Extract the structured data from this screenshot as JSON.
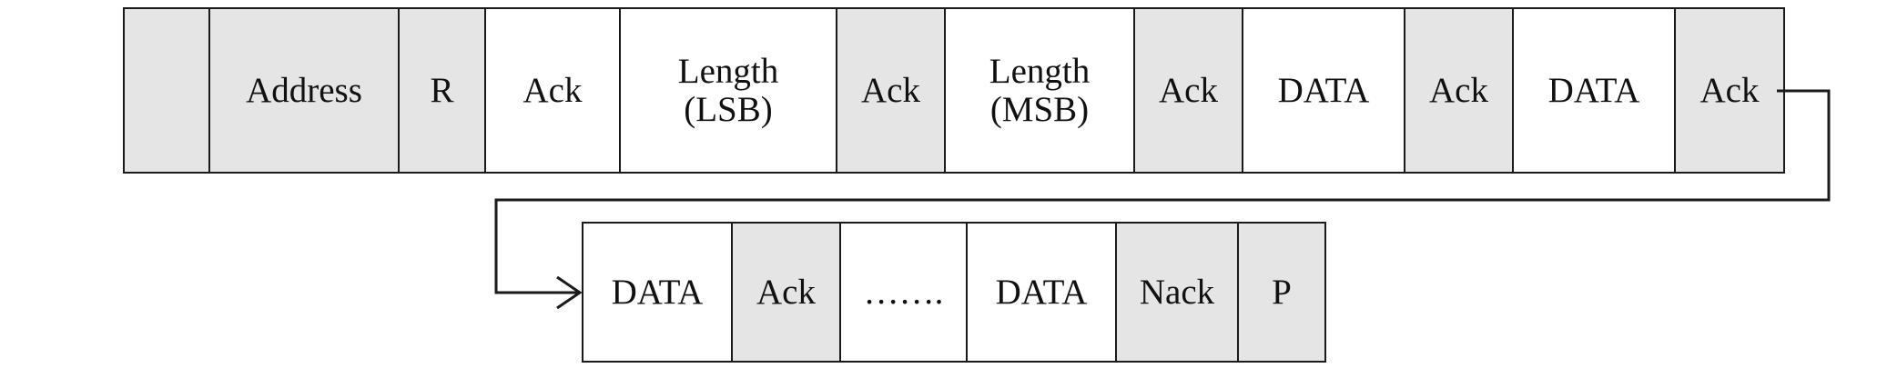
{
  "colors": {
    "shaded": "#e5e5e5",
    "plain": "#ffffff",
    "line": "#1a1a1a"
  },
  "row1": [
    {
      "label": "",
      "shade": "gray"
    },
    {
      "label": "Address",
      "shade": "gray"
    },
    {
      "label": "R",
      "shade": "gray"
    },
    {
      "label": "Ack",
      "shade": "white"
    },
    {
      "label": "Length\n(LSB)",
      "shade": "white"
    },
    {
      "label": "Ack",
      "shade": "gray"
    },
    {
      "label": "Length\n(MSB)",
      "shade": "white"
    },
    {
      "label": "Ack",
      "shade": "gray"
    },
    {
      "label": "DATA",
      "shade": "white"
    },
    {
      "label": "Ack",
      "shade": "gray"
    },
    {
      "label": "DATA",
      "shade": "white"
    },
    {
      "label": "Ack",
      "shade": "gray"
    }
  ],
  "row2": [
    {
      "label": "DATA",
      "shade": "white"
    },
    {
      "label": "Ack",
      "shade": "gray"
    },
    {
      "label": "…….",
      "shade": "white"
    },
    {
      "label": "DATA",
      "shade": "white"
    },
    {
      "label": "Nack",
      "shade": "gray"
    },
    {
      "label": "P",
      "shade": "gray"
    }
  ]
}
